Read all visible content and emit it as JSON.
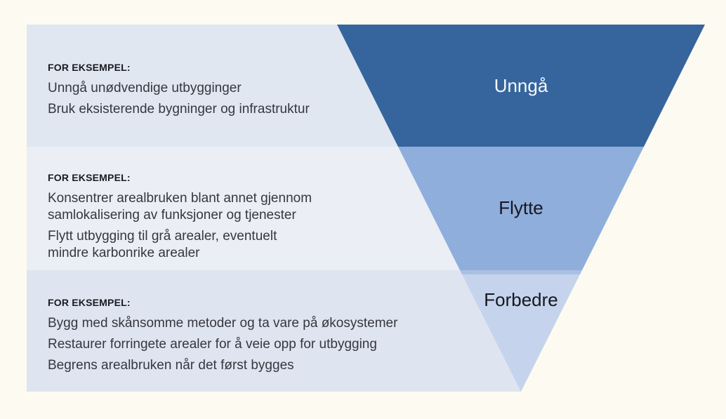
{
  "page": {
    "background_color": "#FDFBF1"
  },
  "pyramid": {
    "divider_fill": "#A9C0E3",
    "levels": [
      {
        "id": "avoid",
        "label": "Unngå",
        "fill": "#36659E",
        "label_color": "#F7F9FB",
        "band_fill": "#E0E7F1",
        "examples_heading": "FOR EKSEMPEL:",
        "examples": [
          "Unngå unødvendige utbygginger",
          "Bruk eksisterende bygninger og infrastruktur"
        ]
      },
      {
        "id": "move",
        "label": "Flytte",
        "fill": "#8FAEDC",
        "label_color": "#17171F",
        "band_fill": "#EBEFF5",
        "examples_heading": "FOR EKSEMPEL:",
        "examples": [
          "Konsentrer arealbruken blant annet gjennom\nsamlokalisering av funksjoner og tjenester",
          "Flytt utbygging til grå arealer, eventuelt\nmindre karbonrike arealer"
        ]
      },
      {
        "id": "improve",
        "label": "Forbedre",
        "fill": "#C5D4EC",
        "label_color": "#17171F",
        "band_fill": "#DEE5F0",
        "examples_heading": "FOR EKSEMPEL:",
        "examples": [
          "Bygg med skånsomme metoder og ta vare på økosystemer",
          "Restaurer forringete arealer for å veie opp for utbygging",
          "Begrens arealbruken når det først bygges"
        ]
      }
    ]
  }
}
